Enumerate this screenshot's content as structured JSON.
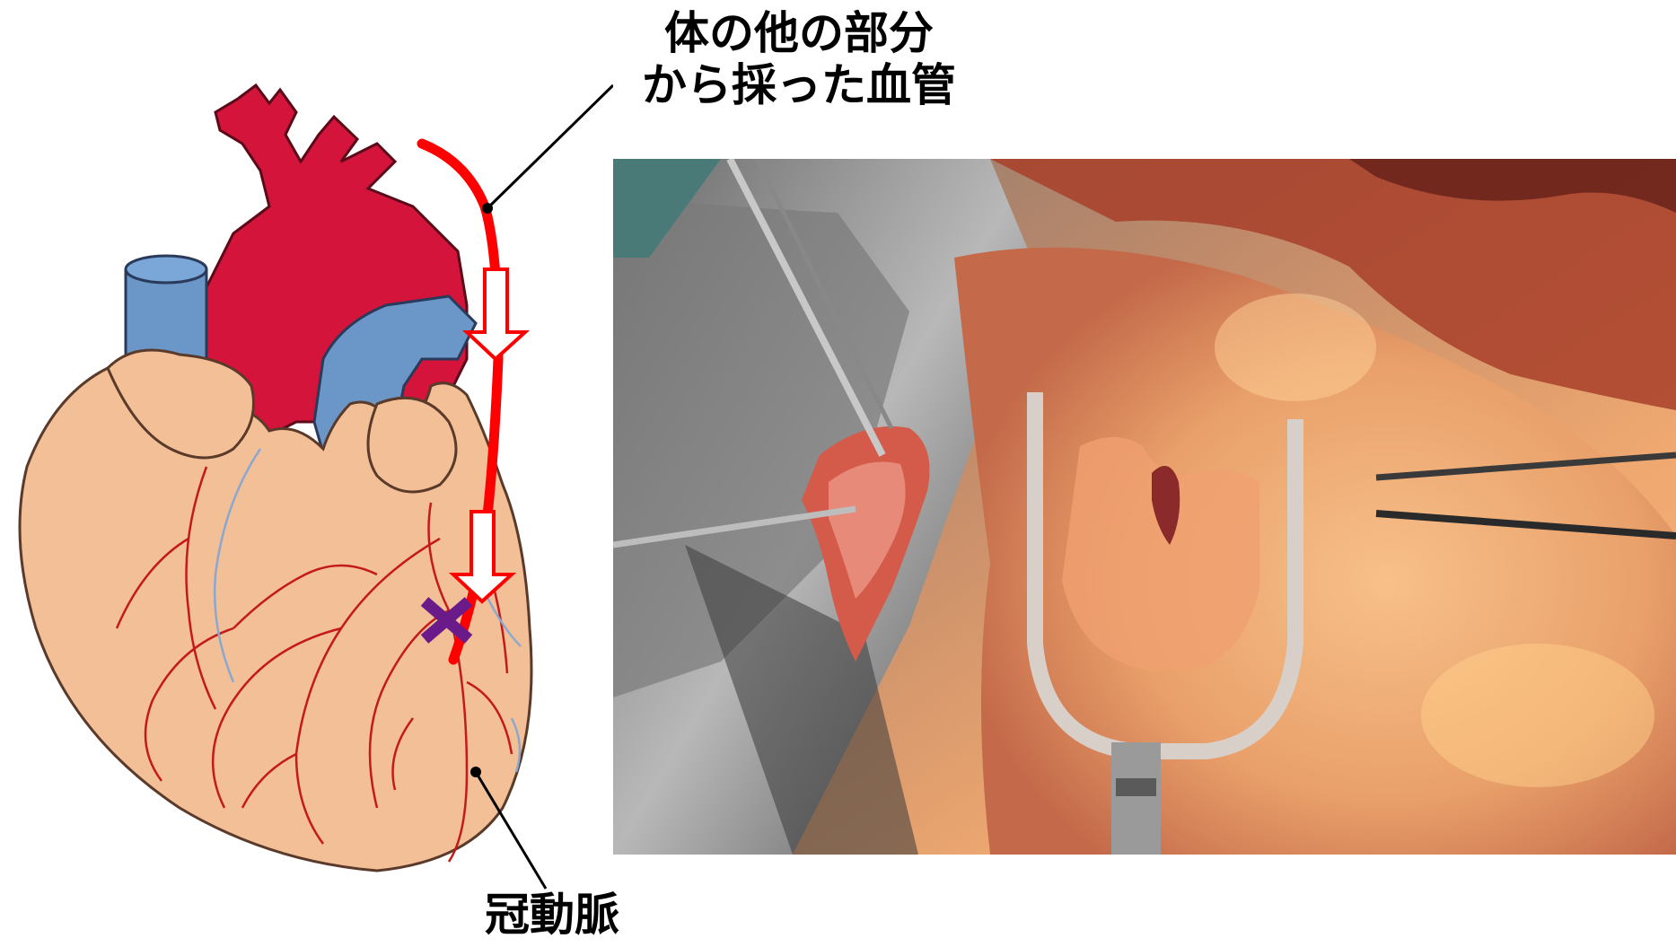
{
  "labels": {
    "graft_line1": "体の他の部分",
    "graft_line2": "から採った血管",
    "coronary": "冠動脈"
  },
  "colors": {
    "heart_skin": "#f2bf96",
    "heart_outline": "#5a3a2a",
    "artery_red": "#d4143a",
    "vein_blue": "#6a96c8",
    "graft_red": "#ff0000",
    "blockage_purple": "#6b1a8a",
    "photo_tissue": "#e9a06a"
  },
  "icons": {
    "blockage_marker": "x-mark-icon",
    "flow_arrows": "down-arrow-icon"
  }
}
